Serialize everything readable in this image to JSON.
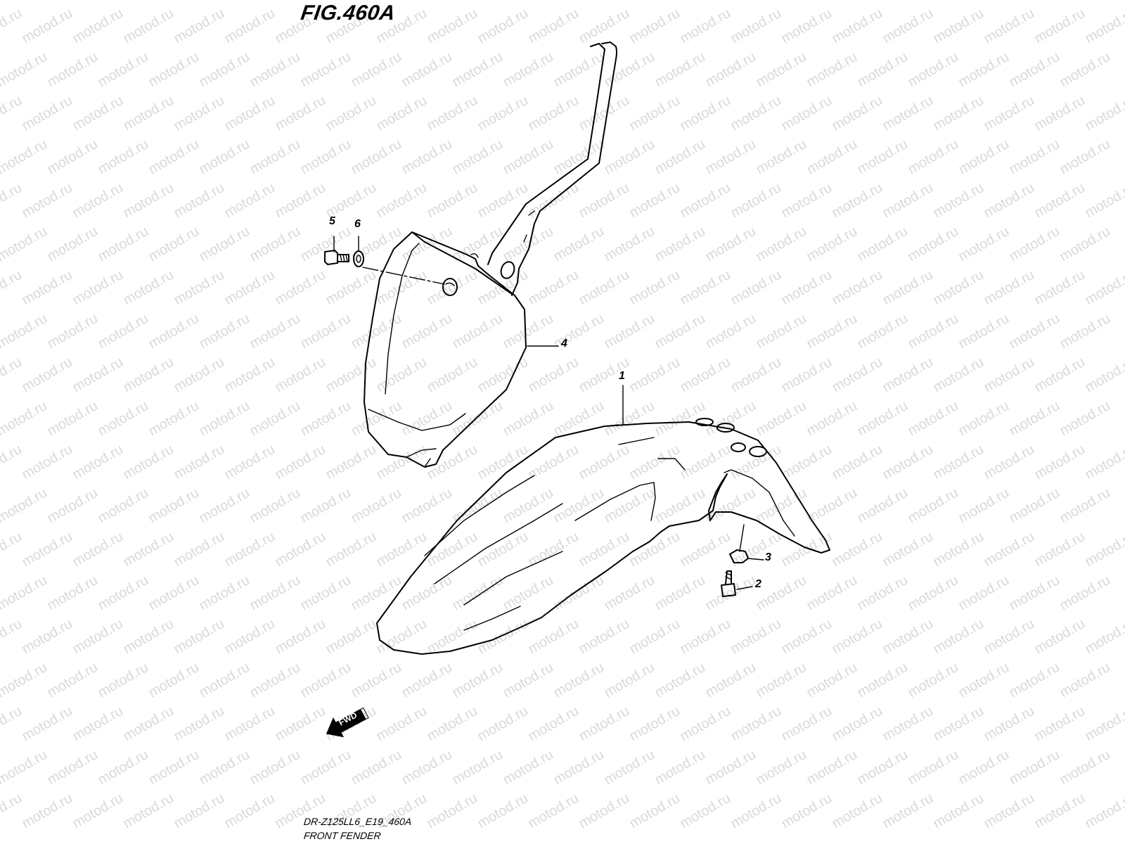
{
  "figure": {
    "title": "FIG.460A",
    "code": "DR-Z125LL6_E19_460A",
    "caption": "FRONT FENDER",
    "watermark": "motod.ru",
    "fwd_label": "FWD"
  },
  "callouts": [
    {
      "id": "1",
      "label": "1"
    },
    {
      "id": "2",
      "label": "2"
    },
    {
      "id": "3",
      "label": "3"
    },
    {
      "id": "4",
      "label": "4"
    },
    {
      "id": "5",
      "label": "5"
    },
    {
      "id": "6",
      "label": "6"
    }
  ],
  "colors": {
    "ink": "#000000",
    "watermark": "#d9d9d9",
    "background": "#ffffff"
  }
}
